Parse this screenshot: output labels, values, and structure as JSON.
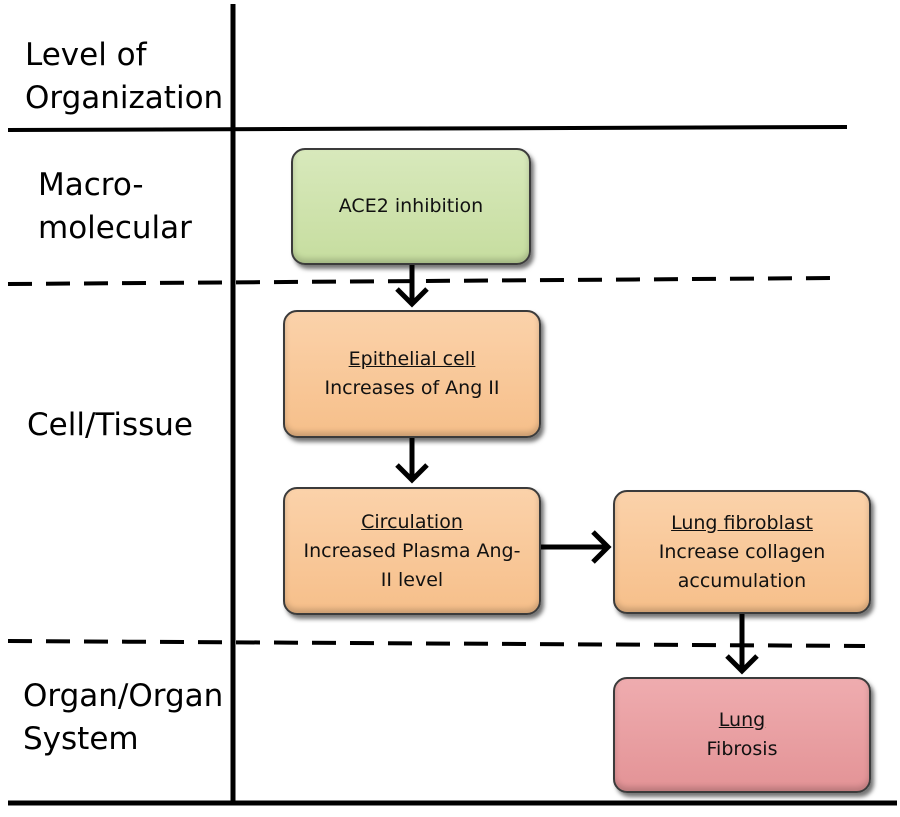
{
  "levels": {
    "header": [
      "Level of",
      "Organization"
    ],
    "macromolecular": [
      "Macro-",
      "molecular"
    ],
    "cell_tissue": [
      "Cell/Tissue"
    ],
    "organ": [
      "Organ/Organ",
      "System"
    ]
  },
  "boxes": {
    "ace2": {
      "text": "ACE2 inhibition"
    },
    "epithelial": {
      "heading": "Epithelial cell",
      "line1": "Increases of Ang II"
    },
    "circulation": {
      "heading": "Circulation",
      "line1": "Increased Plasma Ang-",
      "line2": "II level"
    },
    "fibroblast": {
      "heading": "Lung fibroblast",
      "line1": "Increase collagen",
      "line2": "accumulation"
    },
    "lung": {
      "heading": "Lung",
      "line1": "Fibrosis"
    }
  },
  "colors": {
    "macromolecular_box": "#cfe3ad",
    "cell_tissue_box": "#f8c89a",
    "organ_box": "#e99ea1",
    "line": "#000000"
  }
}
